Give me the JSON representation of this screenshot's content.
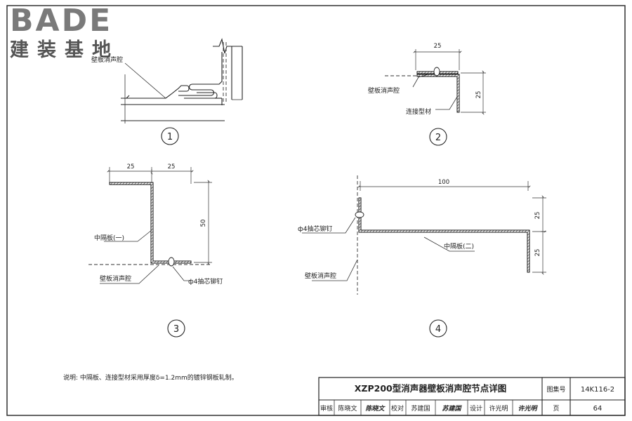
{
  "logo": {
    "brand": "BADE",
    "subtitle": "建装基地"
  },
  "detail1": {
    "label": "壁板消声腔",
    "number": "1"
  },
  "detail2": {
    "label_a": "壁板消声腔",
    "label_b": "连接型材",
    "dim_top": "25",
    "dim_side": "25",
    "number": "2"
  },
  "detail3": {
    "label_a": "中隔板(一)",
    "label_b": "壁板消声腔",
    "label_c": "ф4抽芯铆钉",
    "dim_a": "25",
    "dim_b": "25",
    "dim_c": "50",
    "number": "3"
  },
  "detail4": {
    "label_a": "ф4抽芯铆钉",
    "label_b": "中隔板(二)",
    "label_c": "壁板消声腔",
    "dim_top": "100",
    "dim_a": "25",
    "dim_b": "25",
    "number": "4"
  },
  "note": "说明: 中隔板、连接型材采用厚度δ=1.2mm的镀锌钢板轧制。",
  "title_block": {
    "title": "XZP200型消声器壁板消声腔节点详图",
    "atlas_label": "图集号",
    "atlas_no": "14K116-2",
    "review_label": "审核",
    "reviewer": "陈晓文",
    "reviewer_sig": "陈晓文",
    "check_label": "校对",
    "checker": "苏建国",
    "checker_sig": "苏建国",
    "design_label": "设计",
    "designer": "许光明",
    "designer_sig": "许光明",
    "page_label": "页",
    "page_no": "64"
  }
}
